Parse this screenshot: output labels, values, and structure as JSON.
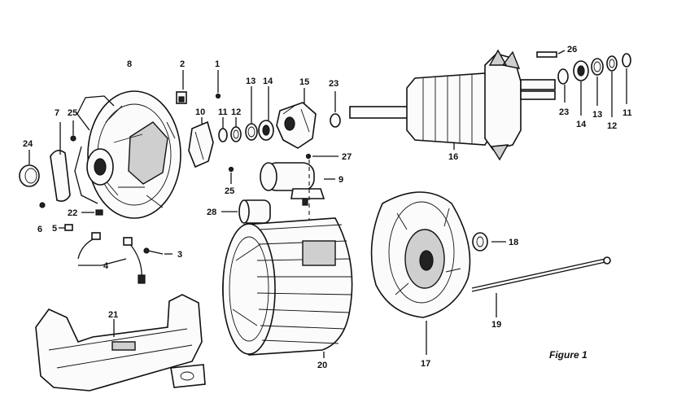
{
  "figure_caption": "Figure 1",
  "labels": {
    "l1": "1",
    "l2": "2",
    "l3": "3",
    "l4": "4",
    "l5": "5",
    "l6": "6",
    "l7": "7",
    "l8": "8",
    "l9": "9",
    "l10": "10",
    "l11a": "11",
    "l11b": "11",
    "l12a": "12",
    "l12b": "12",
    "l13a": "13",
    "l13b": "13",
    "l14a": "14",
    "l14b": "14",
    "l15": "15",
    "l16": "16",
    "l17": "17",
    "l18": "18",
    "l19": "19",
    "l20": "20",
    "l21": "21",
    "l22": "22",
    "l23a": "23",
    "l23b": "23",
    "l24": "24",
    "l25a": "25",
    "l25b": "25",
    "l26": "26",
    "l27": "27",
    "l28": "28"
  }
}
